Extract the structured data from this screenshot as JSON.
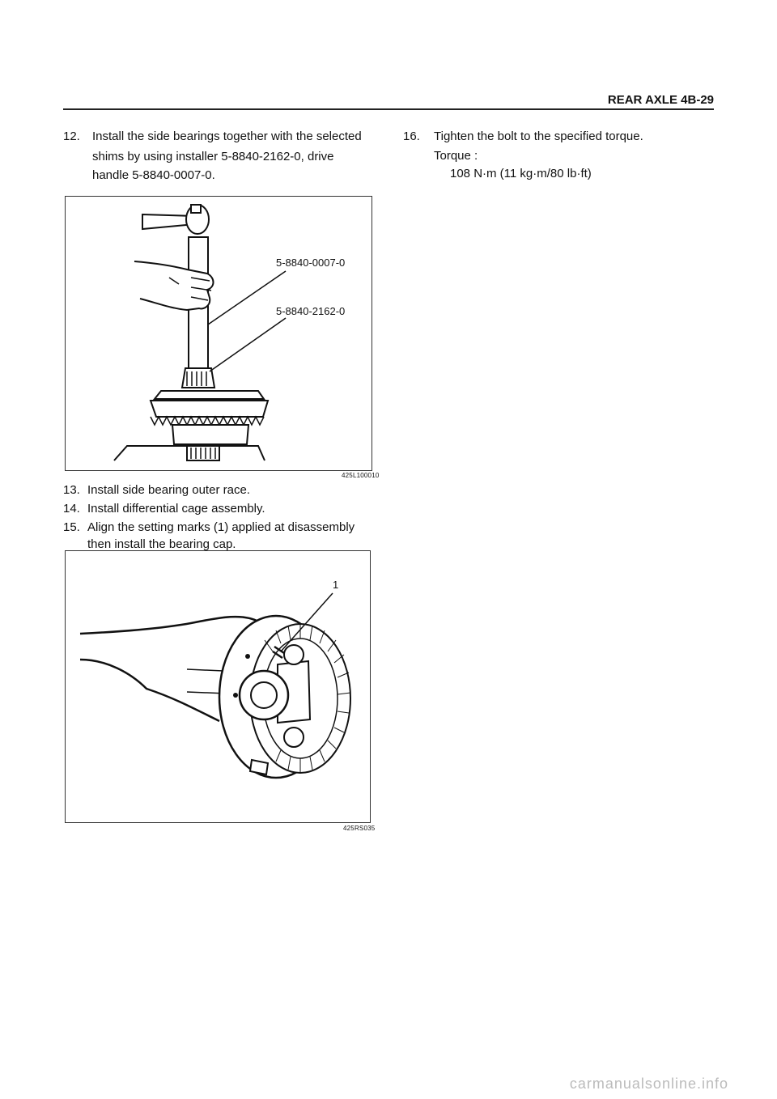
{
  "header": {
    "title": "REAR AXLE  4B-29"
  },
  "left_column": {
    "step12": {
      "number": "12.",
      "lines": [
        "Install the side bearings together with the selected",
        "shims by using installer 5-8840-2162-0, drive",
        "handle 5-8840-0007-0."
      ]
    },
    "figure1": {
      "label_a": "5-8840-0007-0",
      "label_b": "5-8840-2162-0",
      "caption": "425L100010"
    },
    "step13": {
      "number": "13.",
      "text": "Install side bearing outer race."
    },
    "step14": {
      "number": "14.",
      "text": "Install differential cage assembly."
    },
    "step15": {
      "number": "15.",
      "lines": [
        "Align the setting marks (1) applied at disassembly",
        "then install the bearing cap."
      ]
    },
    "figure2": {
      "label_1": "1",
      "caption": "425RS035"
    }
  },
  "right_column": {
    "step16": {
      "number": "16.",
      "text": "Tighten the bolt to the specified torque.",
      "torque_label": "Torque :",
      "torque_value": "108 N·m (11 kg·m/80 lb·ft)"
    }
  },
  "footer": {
    "watermark": "carmanualsonline.info"
  }
}
